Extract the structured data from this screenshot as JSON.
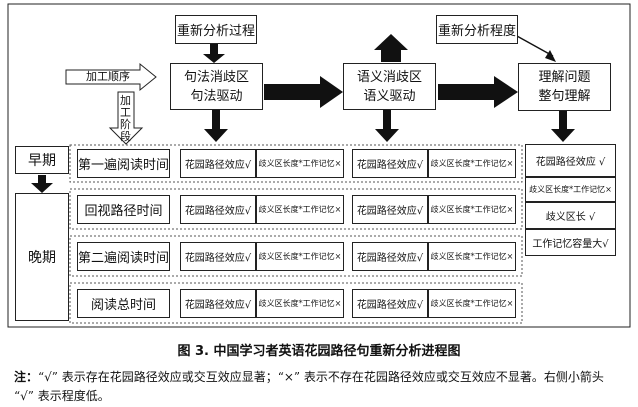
{
  "top": {
    "reanalysis_process": "重新分析过程",
    "reanalysis_degree": "重新分析程度"
  },
  "stages": {
    "syntax": [
      "句法消歧区",
      "句法驱动"
    ],
    "semantic": [
      "语义消歧区",
      "语义驱动"
    ],
    "comprehension": [
      "理解问题",
      "整句理解"
    ]
  },
  "arrows": {
    "processing_order": "加工顺序",
    "processing_stage": "加工阶段"
  },
  "phases": {
    "early": "早期",
    "late": "晚期"
  },
  "rows": [
    {
      "label": "第一遍阅读时间",
      "cells": [
        "花园路径效应√",
        "歧义区长度*工作记忆×",
        "花园路径效应√",
        "歧义区长度*工作记忆×"
      ]
    },
    {
      "label": "回视路径时间",
      "cells": [
        "花园路径效应√",
        "歧义区长度*工作记忆×",
        "花园路径效应√",
        "歧义区长度*工作记忆×"
      ]
    },
    {
      "label": "第二遍阅读时间",
      "cells": [
        "花园路径效应√",
        "歧义区长度*工作记忆×",
        "花园路径效应√",
        "歧义区长度*工作记忆×"
      ]
    },
    {
      "label": "阅读总时间",
      "cells": [
        "花园路径效应√",
        "歧义区长度*工作记忆×",
        "花园路径效应√",
        "歧义区长度*工作记忆×"
      ]
    }
  ],
  "right_column": [
    "花园路径效应 √",
    "歧义区长度*工作记忆×",
    "歧义区长 √",
    "工作记忆容量大√"
  ],
  "caption": "图 3. 中国学习者英语花园路径句重新分析进程图",
  "note": {
    "label": "注：",
    "text": "“√” 表示存在花园路径效应或交互效应显著；“×” 表示不存在花园路径效应或交互效应不显著。右侧小箭头 “√” 表示程度低。"
  }
}
